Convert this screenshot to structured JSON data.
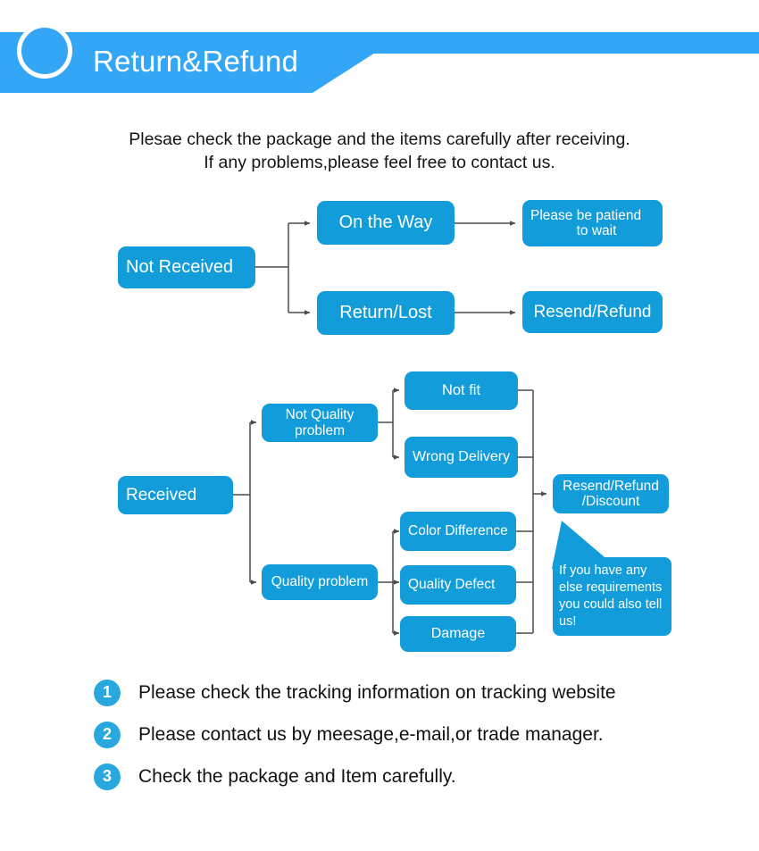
{
  "header": {
    "title": "Return&Refund",
    "banner_color": "#33a6f5",
    "circle_icon": "ring-circle-icon"
  },
  "intro": {
    "line1": "Plesae check the package and the items carefully after receiving.",
    "line2": "If any problems,please feel free to contact us."
  },
  "node_color": "#129cd9",
  "flow_not_received": {
    "root": "Not Received",
    "branches": [
      {
        "stage": "On the Way",
        "result": "Please be patiend\nto wait"
      },
      {
        "stage": "Return/Lost",
        "result": "Resend/Refund"
      }
    ],
    "nodes": {
      "root": "Not Received",
      "on_the_way": "On the Way",
      "return_lost": "Return/Lost",
      "be_patient": "Please be patiend to wait",
      "be_patient_l1": "Please be patiend",
      "be_patient_l2": "to wait",
      "resend_refund": "Resend/Refund"
    }
  },
  "flow_received": {
    "nodes": {
      "root": "Received",
      "not_quality_l1": "Not Quality",
      "not_quality_l2": "problem",
      "quality_problem": "Quality problem",
      "not_fit": "Not fit",
      "wrong_delivery": "Wrong Delivery",
      "color_difference": "Color Difference",
      "quality_defect": "Quality Defect",
      "damage": "Damage",
      "outcome_l1": "Resend/Refund",
      "outcome_l2": "/Discount"
    }
  },
  "callout": {
    "line1": "If you have any",
    "line2": " else requirements",
    "line3": "you could also tell",
    "line4": "us!"
  },
  "notes": [
    {
      "num": "1",
      "text": "Please check the tracking information on tracking website"
    },
    {
      "num": "2",
      "text": "Please contact us by meesage,e-mail,or trade manager."
    },
    {
      "num": "3",
      "text": "Check the package and Item carefully."
    }
  ]
}
